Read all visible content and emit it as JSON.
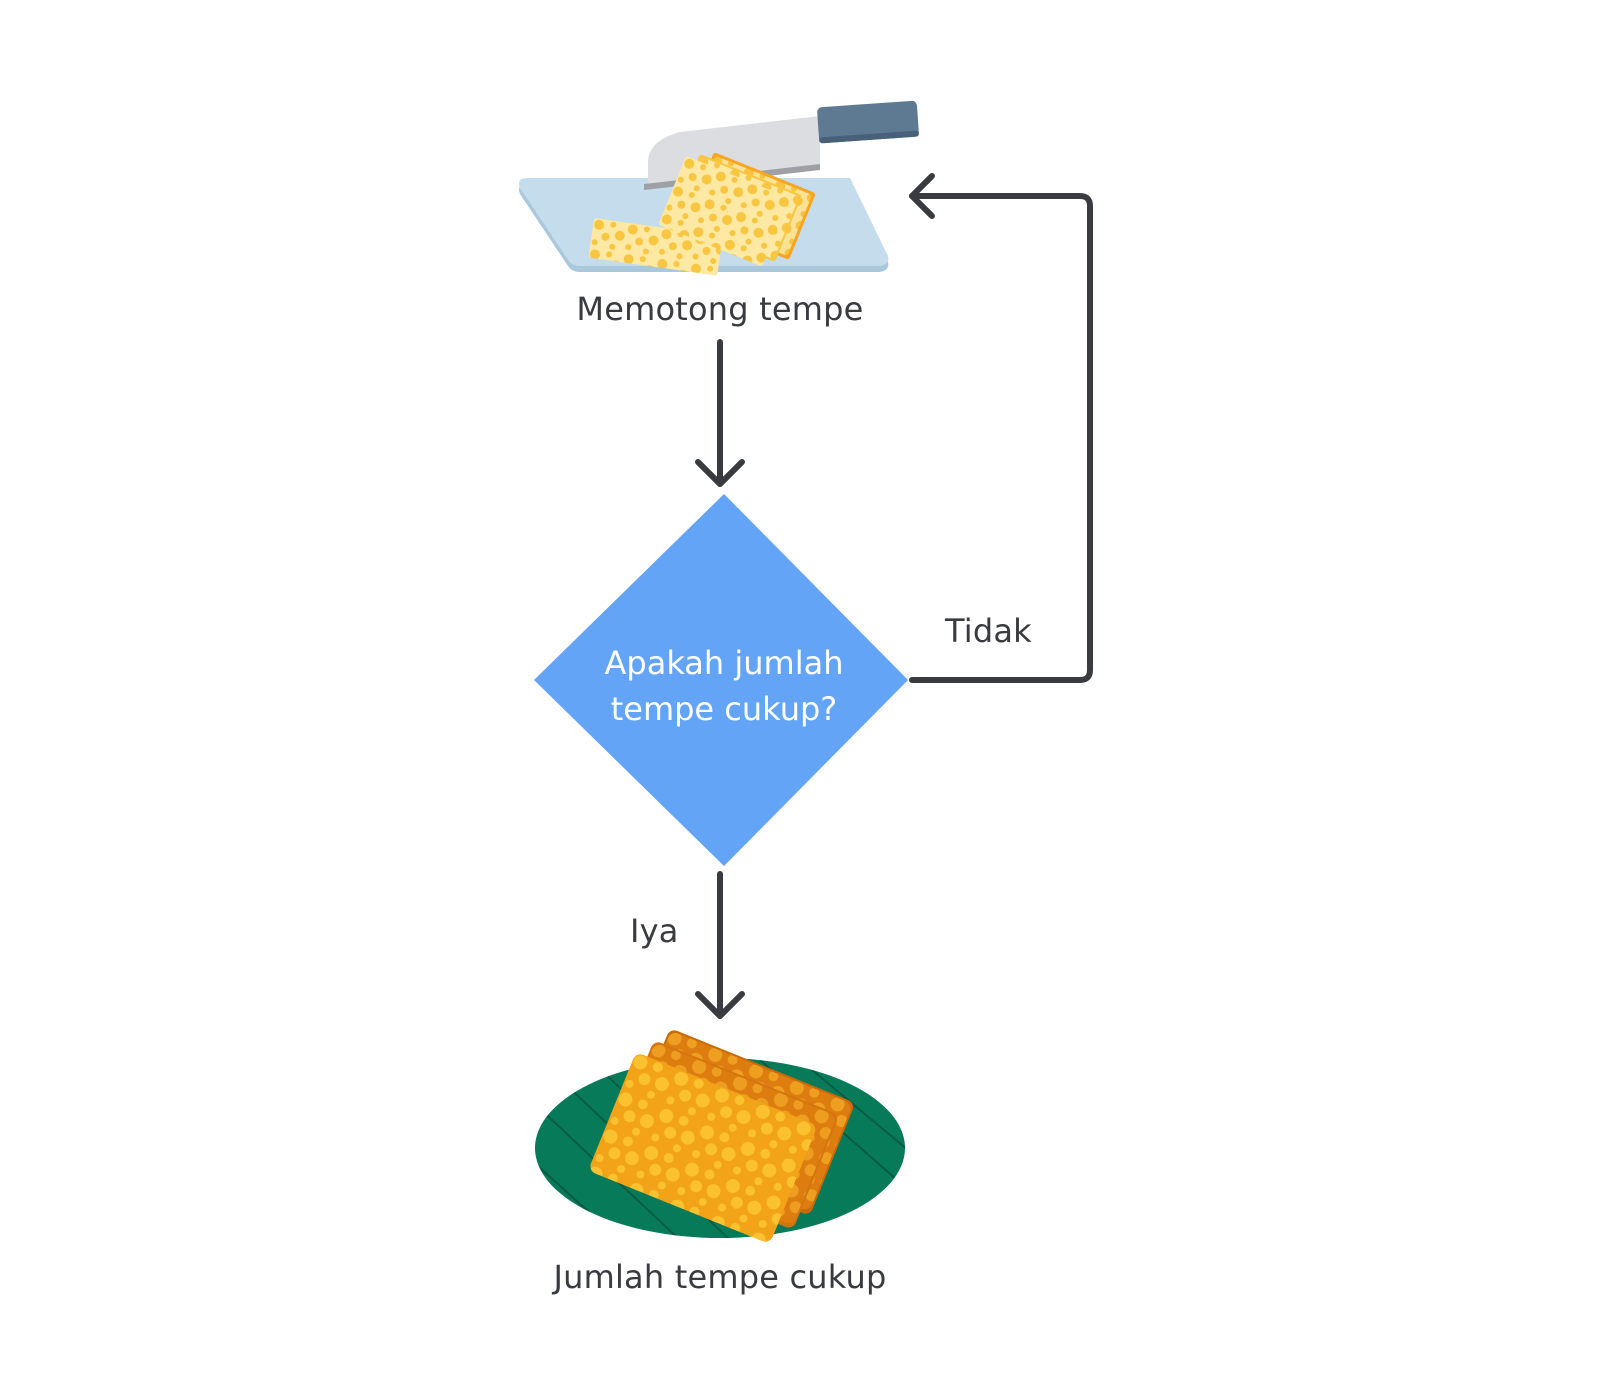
{
  "flowchart": {
    "steps": {
      "cut": {
        "label": "Memotong tempe",
        "illustration": "cutting-board-knife-tempe"
      },
      "decision": {
        "line1": "Apakah jumlah",
        "line2": "tempe cukup?"
      },
      "done": {
        "label": "Jumlah tempe cukup",
        "illustration": "fried-tempe-on-leaf-plate"
      }
    },
    "branches": {
      "no": "Tidak",
      "yes": "Iya"
    }
  },
  "colors": {
    "decision_fill": "#63a4f6",
    "connector": "#3a3b40",
    "text": "#3a3b40",
    "cutting_board": "#c3dcea",
    "cutting_board_edge": "#a9c8dc",
    "knife_blade": "#dcdde0",
    "knife_handle": "#607b93",
    "raw_tempe": "#fce9a2",
    "raw_tempe_spot": "#f7c33f",
    "leaf_plate": "#077a59",
    "fried_tempe": "#f2a317",
    "fried_tempe_spot": "#fbc12f",
    "fried_tempe_back": "#d9780c"
  }
}
